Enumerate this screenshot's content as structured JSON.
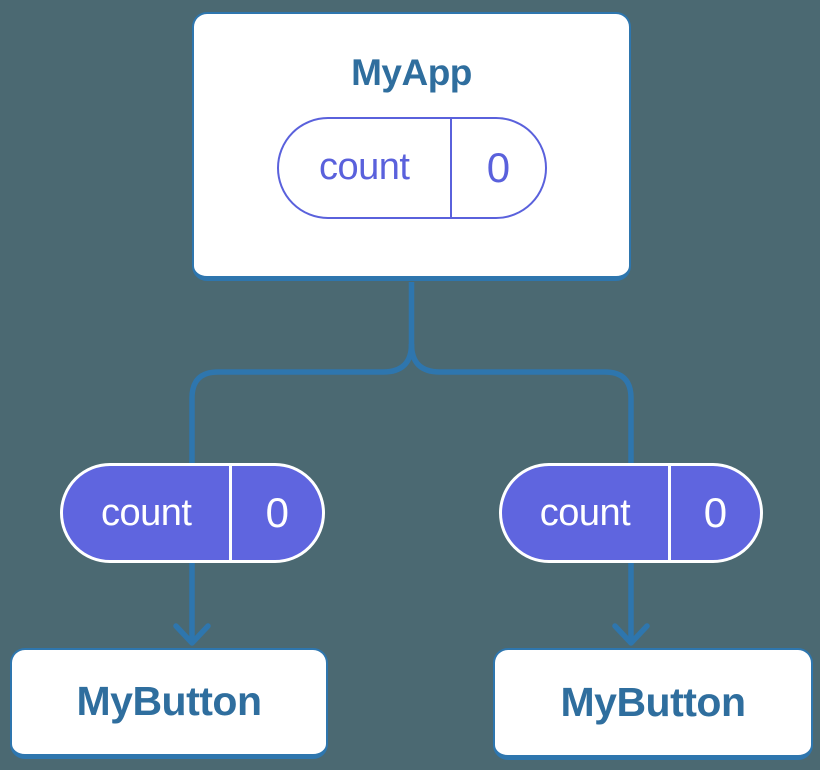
{
  "colors": {
    "background": "#4B6972",
    "connector_blue": "#2E76AE",
    "card_border_blue": "#2E76AE",
    "card_background": "#FFFFFF",
    "title_text_blue": "#2F6E9E",
    "state_purple": "#5F65DF",
    "state_outline_purple": "#5A61DC",
    "state_text_white": "#FFFFFF"
  },
  "tree": {
    "root": {
      "title": "MyApp",
      "state": {
        "name": "count",
        "value": "0"
      }
    },
    "children": [
      {
        "title": "MyButton",
        "state": {
          "name": "count",
          "value": "0"
        }
      },
      {
        "title": "MyButton",
        "state": {
          "name": "count",
          "value": "0"
        }
      }
    ]
  }
}
